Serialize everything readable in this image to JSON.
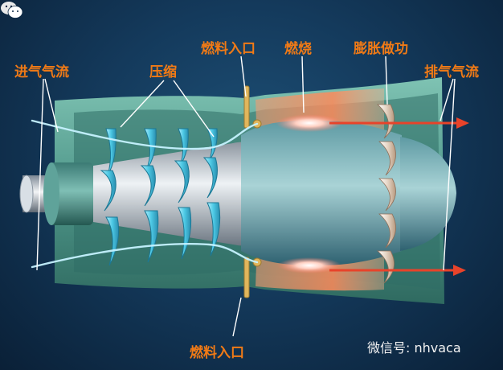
{
  "labels": {
    "intake_airflow": "进气气流",
    "compression": "压缩",
    "fuel_inlet_top": "燃料入口",
    "combustion": "燃烧",
    "expansion_work": "膨胀做功",
    "exhaust_airflow": "排气气流",
    "fuel_inlet_bottom": "燃料入口"
  },
  "watermark": {
    "account": "微信号: nhvaca"
  },
  "colors": {
    "label": "#f07a16",
    "casing": "#5aa596",
    "compressor_blade": "#5ad2ea",
    "combustion_glow": "#ff8a5a",
    "exhaust_arrow": "#e8432a"
  }
}
